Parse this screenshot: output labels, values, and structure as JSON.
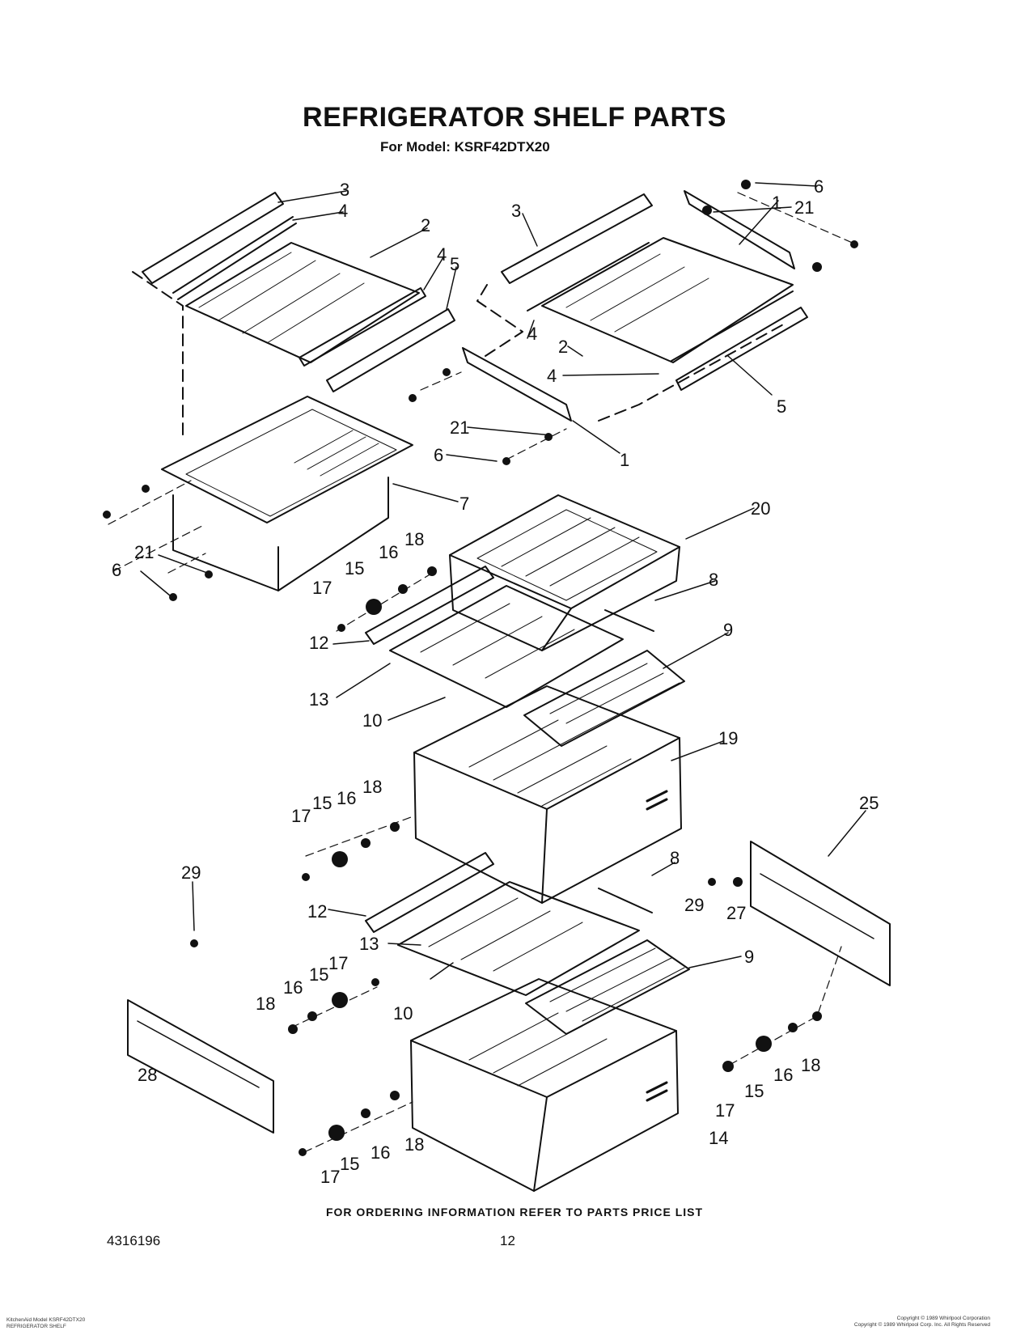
{
  "title": "REFRIGERATOR SHELF PARTS",
  "subtitle": "For Model: KSRF42DTX20",
  "footer_note": "FOR ORDERING INFORMATION REFER TO PARTS PRICE LIST",
  "doc_number": "4316196",
  "page_number": "12",
  "fine_print_left": [
    "KitchenAid Model KSRF42DTX20",
    "REFRIGERATOR SHELF"
  ],
  "fine_print_right": [
    "Copyright © 1989 Whirlpool Corporation",
    "Copyright © 1989 Whirlpool Corp. Inc. All Rights Reserved"
  ],
  "callouts": [
    "3",
    "4",
    "2",
    "4",
    "5",
    "3",
    "6",
    "21",
    "1",
    "4",
    "2",
    "4",
    "5",
    "21",
    "6",
    "1",
    "7",
    "21",
    "6",
    "20",
    "18",
    "16",
    "15",
    "17",
    "8",
    "12",
    "9",
    "13",
    "10",
    "19",
    "18",
    "16",
    "15",
    "17",
    "8",
    "25",
    "29",
    "12",
    "13",
    "9",
    "29",
    "27",
    "10",
    "17",
    "15",
    "16",
    "18",
    "28",
    "18",
    "16",
    "15",
    "17",
    "14",
    "16",
    "18",
    "15",
    "17"
  ]
}
